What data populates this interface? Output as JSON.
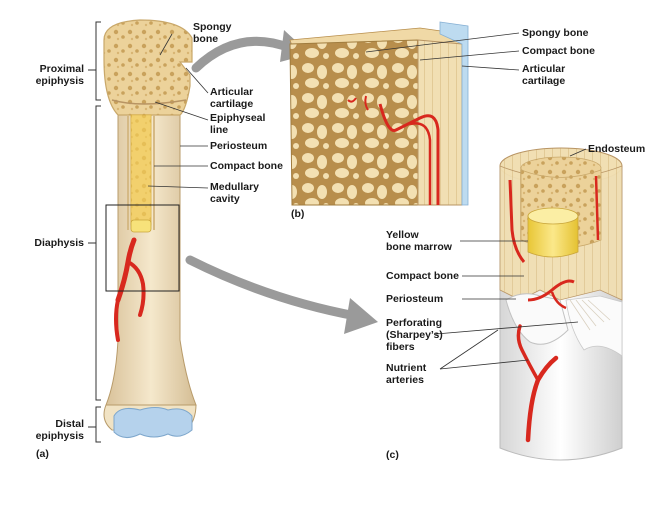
{
  "labels": {
    "spongy_bone_a": [
      "Spongy",
      "bone"
    ],
    "proximal_epiphysis": [
      "Proximal",
      "epiphysis"
    ],
    "articular_cartilage_a": [
      "Articular",
      "cartilage"
    ],
    "epiphyseal_line": [
      "Epiphyseal",
      "line"
    ],
    "periosteum_a": "Periosteum",
    "compact_bone_a": "Compact bone",
    "medullary_cavity": [
      "Medullary",
      "cavity"
    ],
    "diaphysis": "Diaphysis",
    "distal_epiphysis": [
      "Distal",
      "epiphysis"
    ],
    "spongy_bone_b": "Spongy bone",
    "compact_bone_b": "Compact bone",
    "articular_cartilage_b": [
      "Articular",
      "cartilage"
    ],
    "endosteum": "Endosteum",
    "yellow_bone_marrow": [
      "Yellow",
      "bone marrow"
    ],
    "compact_bone_c": "Compact bone",
    "periosteum_c": "Periosteum",
    "perforating_fibers": [
      "Perforating",
      "(Sharpey’s)",
      "fibers"
    ],
    "nutrient_arteries": [
      "Nutrient",
      "arteries"
    ]
  },
  "panels": {
    "a": "(a)",
    "b": "(b)",
    "c": "(c)"
  },
  "colors": {
    "bone": "#f0dcaa",
    "bone_dark": "#d9b877",
    "spongy": "#e8c98a",
    "marrow": "#f2d64a",
    "cartilage": "#a9c9e6",
    "artery": "#d8281e",
    "arrow": "#9a9a9a",
    "periosteum": "#f4f4f4"
  }
}
